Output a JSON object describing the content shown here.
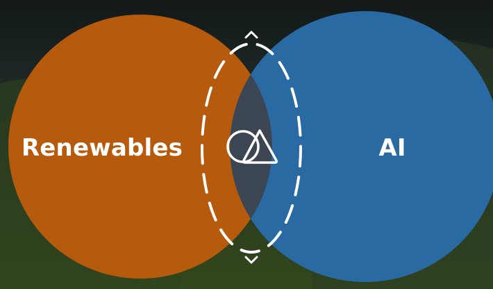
{
  "diagram": {
    "type": "venn",
    "sets": [
      {
        "label": "Renewables",
        "color": "#b65a0d"
      },
      {
        "label": "AI",
        "color": "#2a6aa3"
      }
    ],
    "overlap": {
      "icon": "overlapping-circle-triangle-icon",
      "color": "#3c4652",
      "highlight": "dashed-ellipse-outline",
      "outline_color": "#ffffff"
    }
  },
  "background": {
    "description_color_top": "#16201f",
    "description_color_bottom": "#324a1e"
  }
}
